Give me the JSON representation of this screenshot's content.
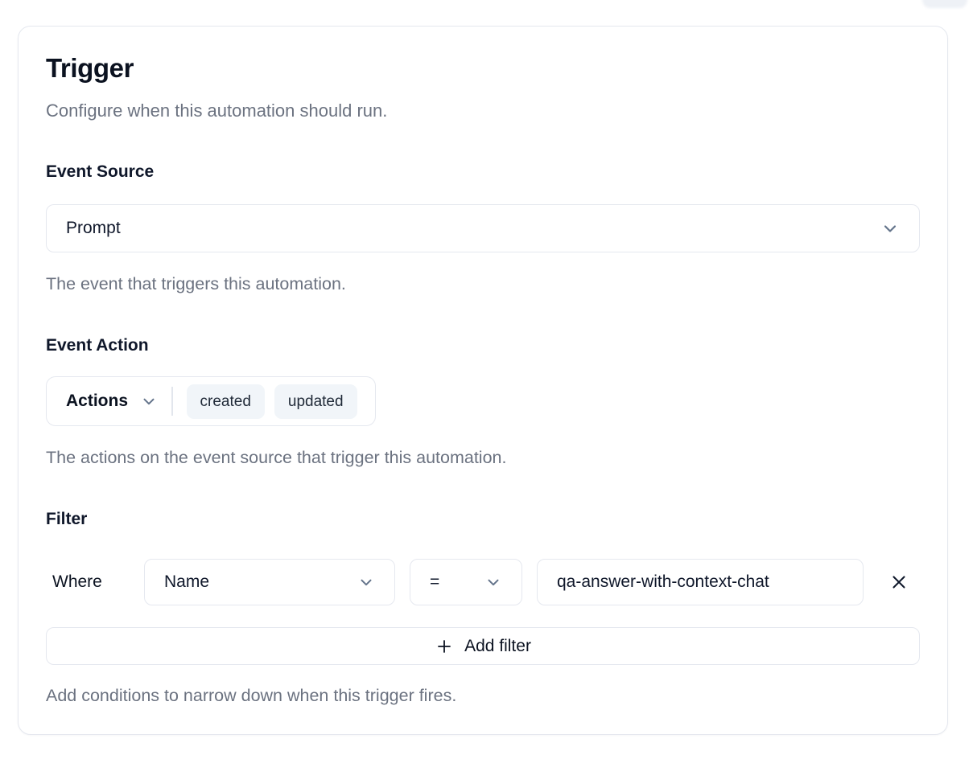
{
  "card": {
    "title": "Trigger",
    "subtitle": "Configure when this automation should run."
  },
  "event_source": {
    "label": "Event Source",
    "value": "Prompt",
    "helper": "The event that triggers this automation."
  },
  "event_action": {
    "label": "Event Action",
    "dropdown_label": "Actions",
    "tags": [
      "created",
      "updated"
    ],
    "helper": "The actions on the event source that trigger this automation."
  },
  "filter": {
    "label": "Filter",
    "where_label": "Where",
    "field": "Name",
    "operator": "=",
    "value": "qa-answer-with-context-chat",
    "add_button_label": "Add filter",
    "helper": "Add conditions to narrow down when this trigger fires."
  },
  "icons": {
    "chevron_down": "v-shaped chevron, gray #64748b",
    "close": "thin x cross, dark #0f172a",
    "plus": "thin + sign, dark #0f172a"
  },
  "colors": {
    "border": "#e5e8ef",
    "text_dark": "#0f172a",
    "text_muted": "#6b7280",
    "tag_background": "#f1f5f9",
    "card_background": "#ffffff"
  }
}
